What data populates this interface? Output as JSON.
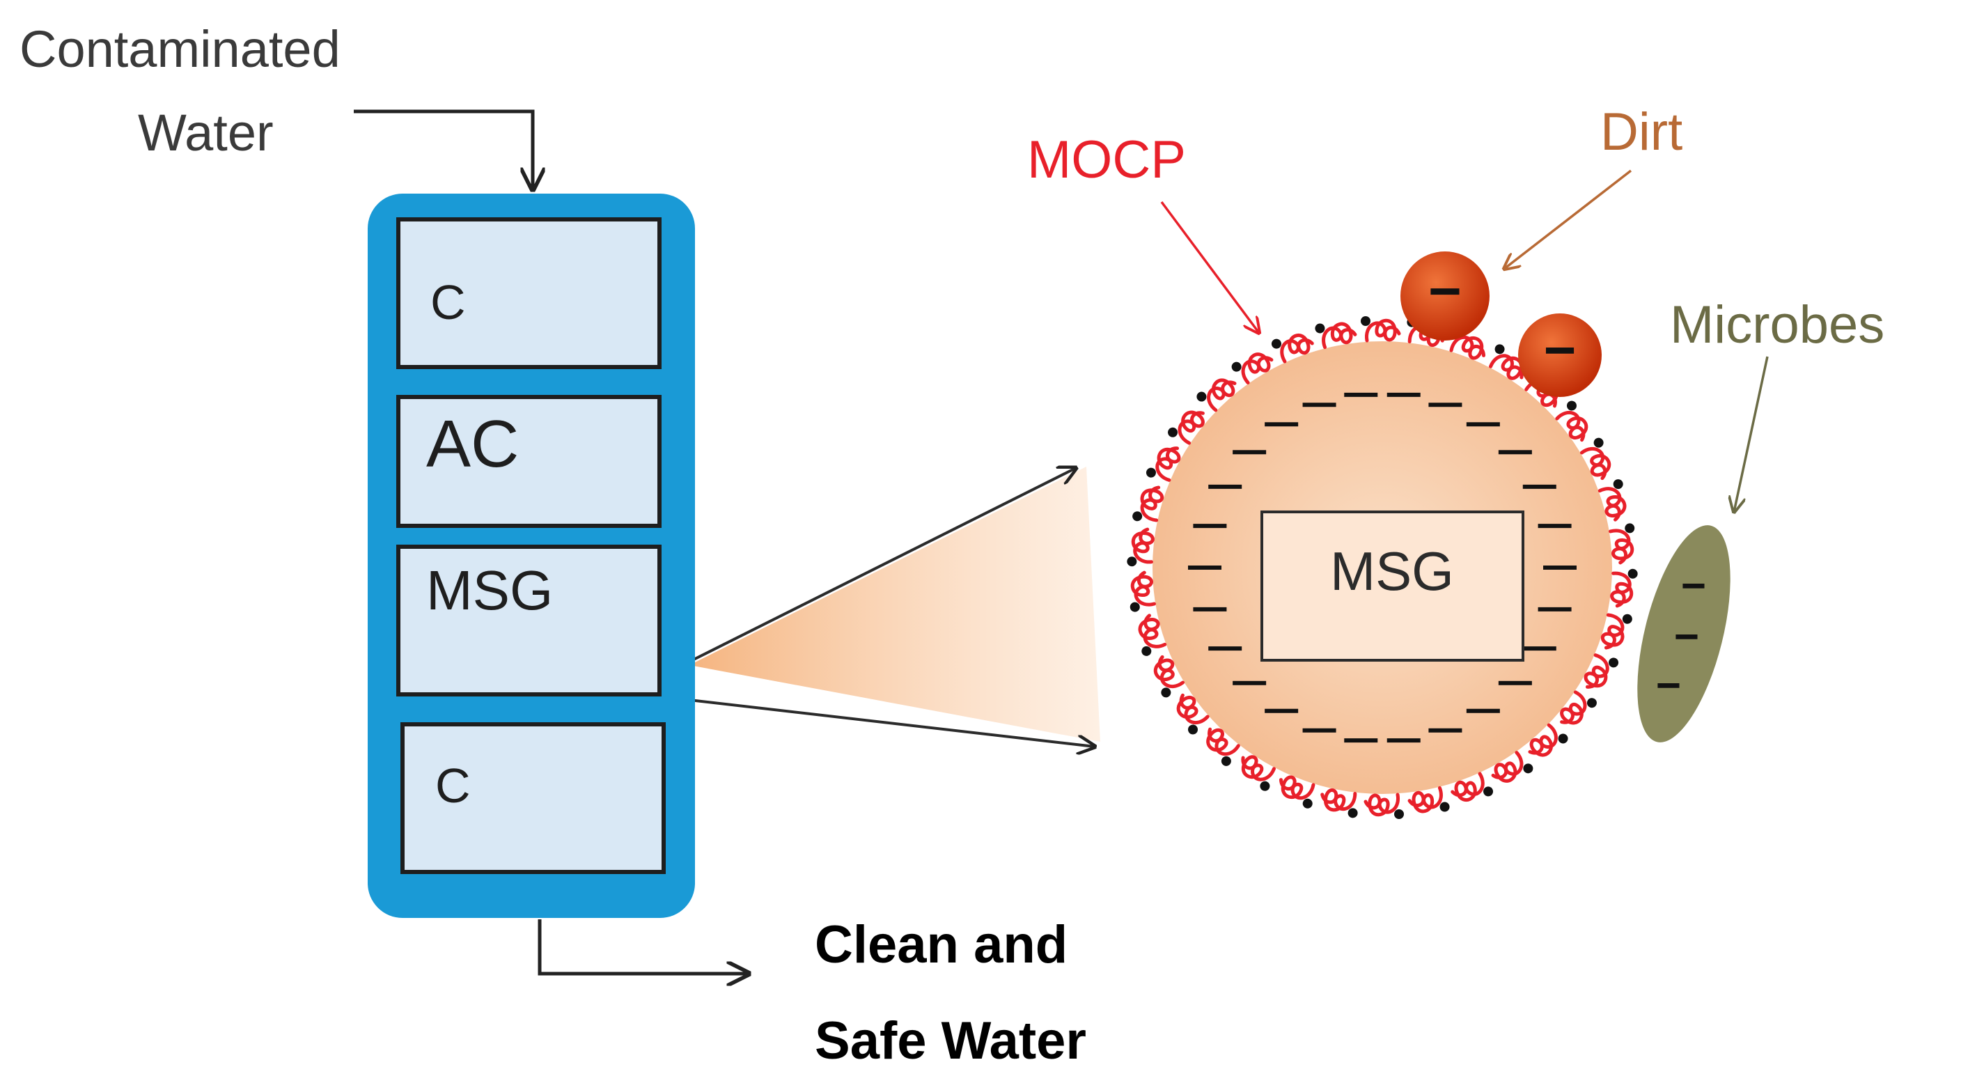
{
  "labels": {
    "contaminated": "Contaminated",
    "water": "Water",
    "mocp": "MOCP",
    "dirt": "Dirt",
    "microbes": "Microbes",
    "clean_and": "Clean and",
    "safe_water": "Safe Water",
    "core": "MSG"
  },
  "column_layers": [
    "C",
    "AC",
    "MSG",
    "C"
  ],
  "charges": {
    "negative": "−"
  },
  "colors": {
    "column_frame": "#1a9ad6",
    "layer_fill": "#d9e8f5",
    "particle_fill": "#f7c8a0",
    "mocp_red": "#e8202a",
    "dirt_brown": "#b86a35",
    "dirt_particle": "#d43a0c",
    "microbe": "#8a8a5c",
    "text_dark": "#3a3a3a"
  }
}
